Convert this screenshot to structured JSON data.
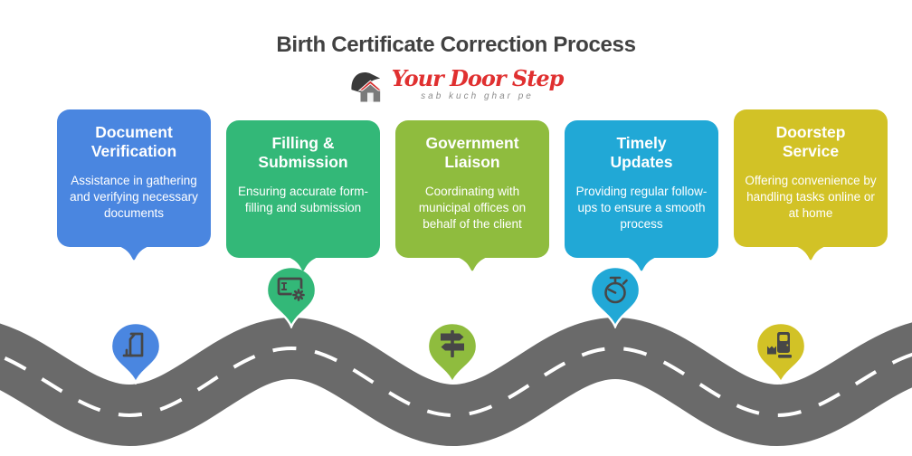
{
  "title": "Birth Certificate Correction Process",
  "logo": {
    "brand": "Your Door Step",
    "tagline": "sab kuch ghar pe",
    "brand_color": "#e03030",
    "house_icon": "house-icon"
  },
  "steps": [
    {
      "title": "Document Verification",
      "description": "Assistance in gathering and verifying necessary documents",
      "color": "#4a86e0",
      "icon": "document-icon"
    },
    {
      "title": "Filling & Submission",
      "description": "Ensuring accurate form-filling and submission",
      "color": "#33b878",
      "icon": "form-gear-icon"
    },
    {
      "title": "Government Liaison",
      "description": "Coordinating with municipal offices on behalf of the client",
      "color": "#8fbc3e",
      "icon": "signpost-icon"
    },
    {
      "title": "Timely Updates",
      "description": "Providing regular follow-ups to ensure a smooth process",
      "color": "#21a8d6",
      "icon": "stopwatch-icon"
    },
    {
      "title": "Doorstep Service",
      "description": "Offering convenience by handling tasks online or at home",
      "color": "#d2c226",
      "icon": "door-parcel-icon"
    }
  ],
  "road": {
    "color": "#6a6a6a",
    "lane_marking_color": "#ffffff"
  },
  "icon_color": "#474747",
  "title_color": "#414141"
}
